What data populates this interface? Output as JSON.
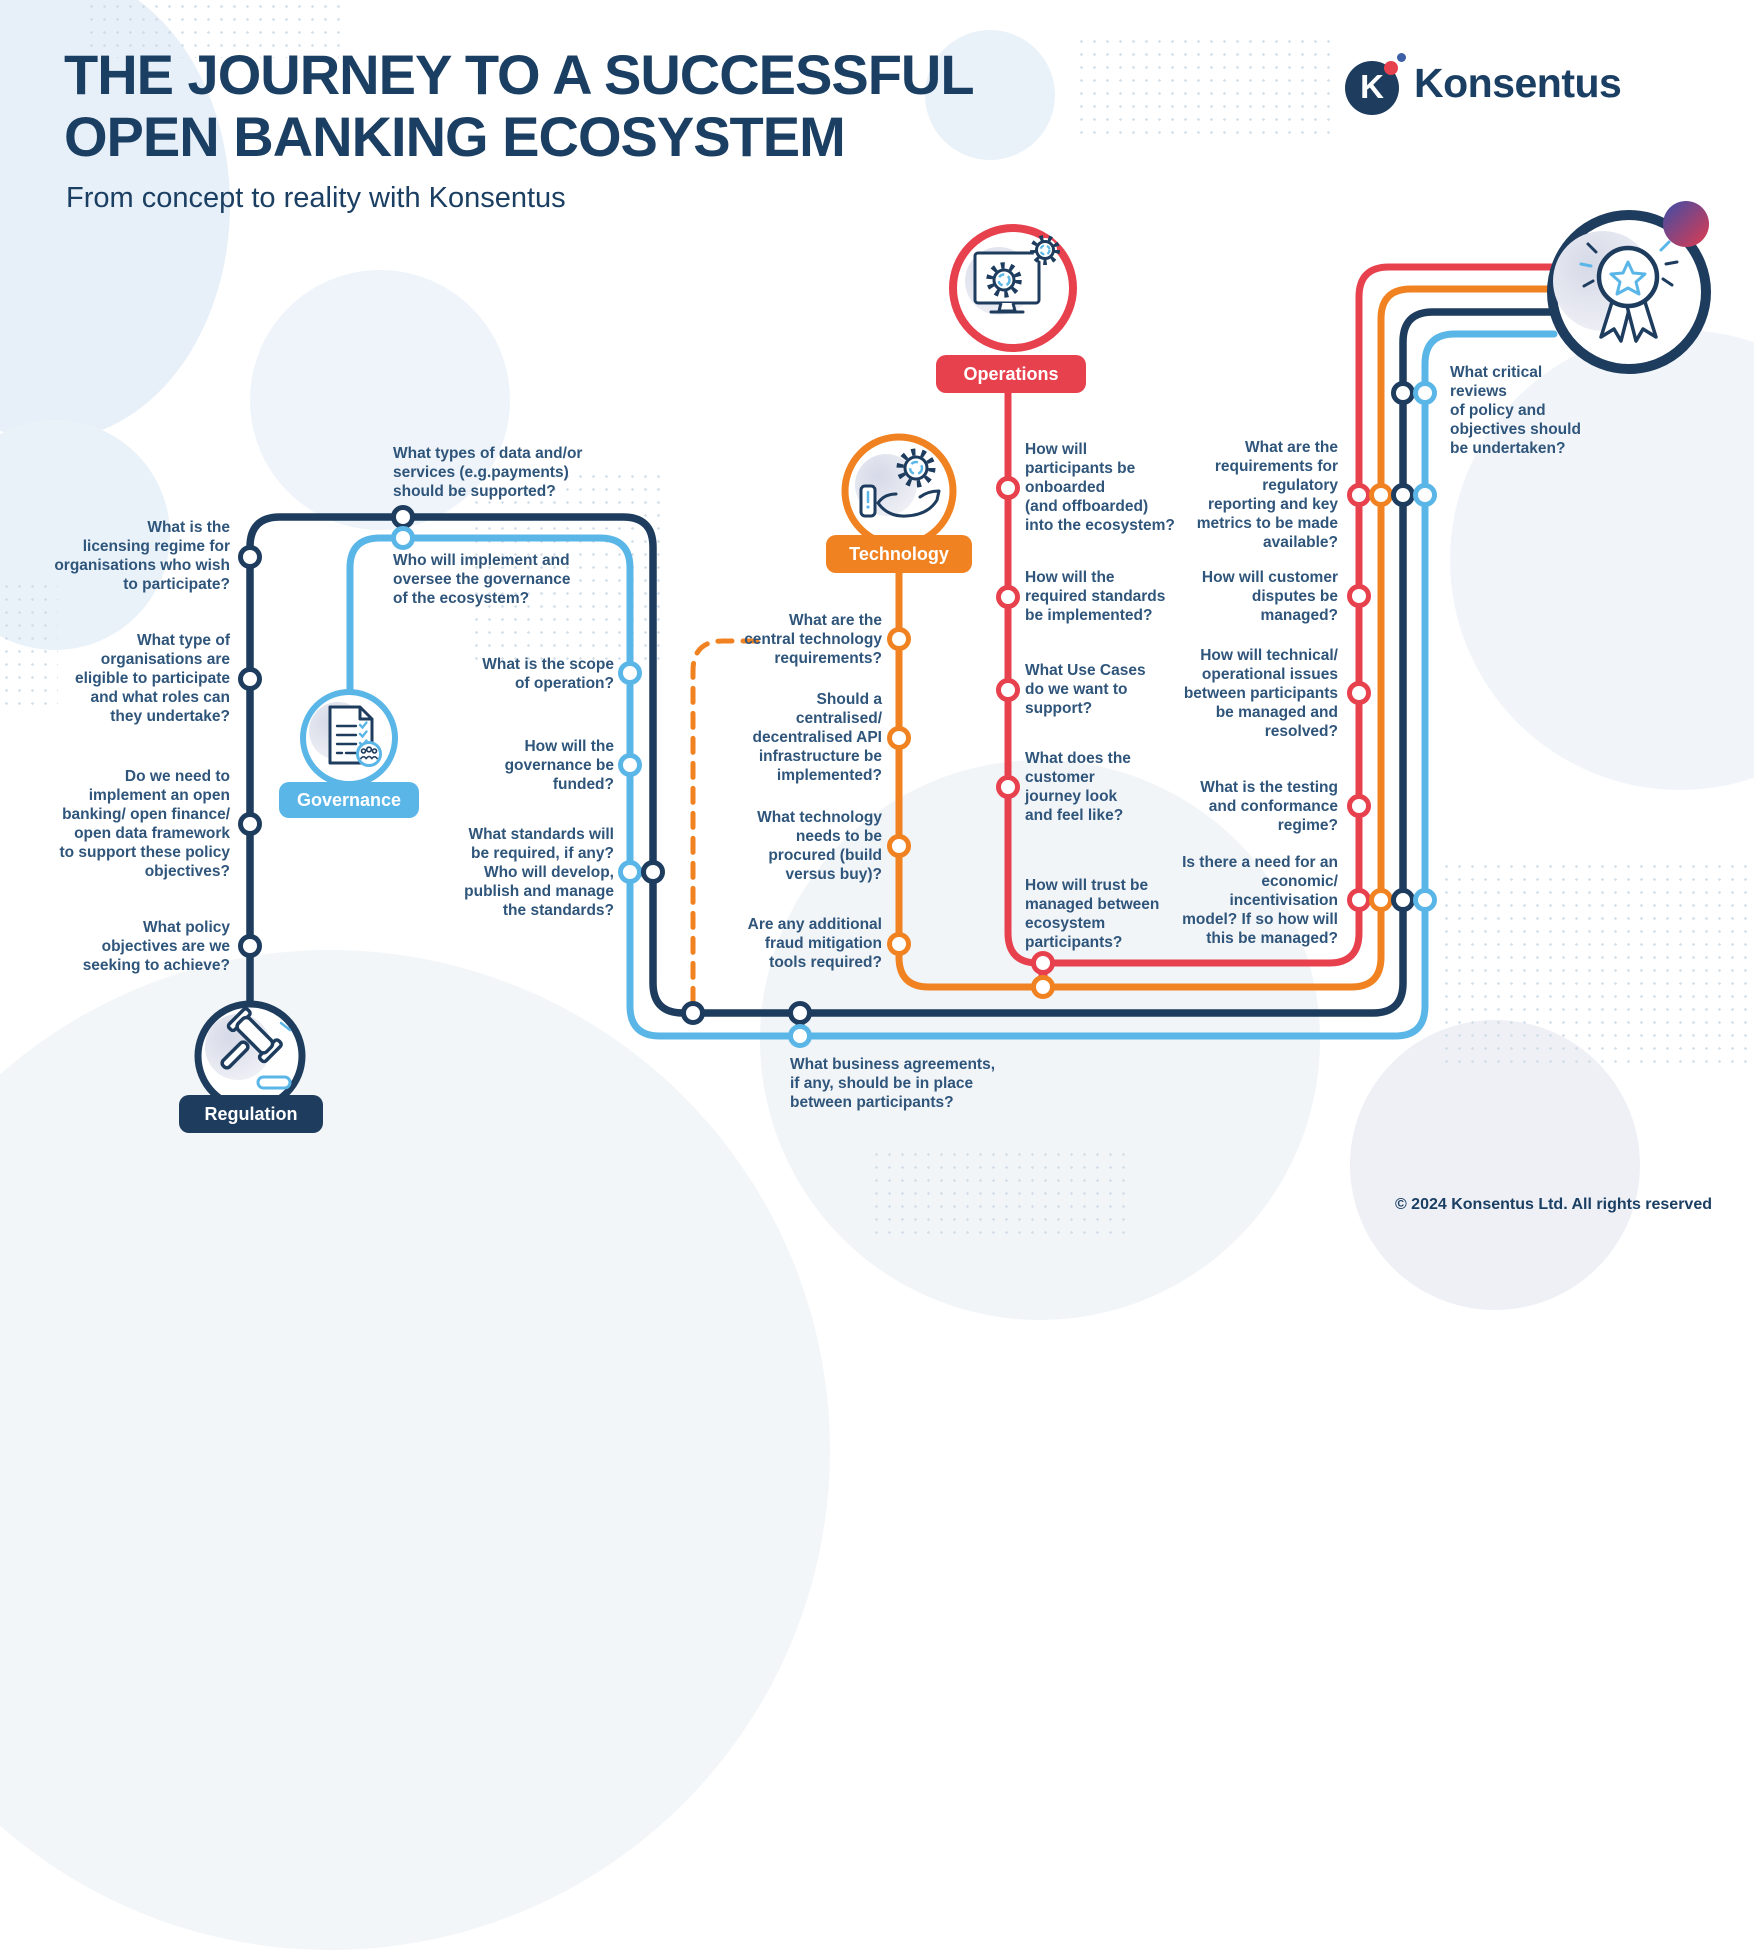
{
  "header": {
    "title_line1": "THE JOURNEY TO A SUCCESSFUL",
    "title_line2": "OPEN BANKING ECOSYSTEM",
    "subtitle": "From concept to reality with Konsentus"
  },
  "logo": {
    "monogram": "K",
    "brand": "Konsentus"
  },
  "footer": {
    "copyright": "© 2024 Konsentus Ltd. All rights reserved"
  },
  "colors": {
    "navy": "#1d3c5e",
    "light_blue": "#5bb6e8",
    "orange": "#f08222",
    "red": "#e8414e",
    "text": "#2f557b"
  },
  "tracks": [
    {
      "id": "regulation",
      "label": "Regulation",
      "color": "#1d3c5e",
      "icon": "gavel-icon",
      "questions": [
        {
          "id": "r4",
          "text": "What policy\nobjectives are we\nseeking to achieve?"
        },
        {
          "id": "r3",
          "text": "Do we need to\nimplement an open\nbanking/ open finance/\nopen data framework\nto support these policy\nobjectives?"
        },
        {
          "id": "r2",
          "text": "What type of\norganisations are\neligible to participate\nand what roles can\nthey undertake?"
        },
        {
          "id": "r1",
          "text": "What is the\nlicensing regime for\norganisations who wish\nto participate?"
        },
        {
          "id": "r5",
          "text": "What types of data and/or\nservices (e.g.payments)\nshould be supported?"
        }
      ]
    },
    {
      "id": "governance",
      "label": "Governance",
      "color": "#5bb6e8",
      "icon": "document-checklist-icon",
      "questions": [
        {
          "id": "g1",
          "text": "Who will implement and\noversee the governance\nof the ecosystem?"
        },
        {
          "id": "g2",
          "text": "What is the scope\nof operation?"
        },
        {
          "id": "g3",
          "text": "How will the\ngovernance be\nfunded?"
        },
        {
          "id": "g4",
          "text": "What standards will\nbe required, if any?\nWho will develop,\npublish and manage\nthe standards?"
        },
        {
          "id": "g5",
          "text": "What business agreements,\nif any, should be in place\nbetween participants?"
        }
      ]
    },
    {
      "id": "technology",
      "label": "Technology",
      "color": "#f08222",
      "icon": "hand-gear-icon",
      "questions": [
        {
          "id": "t1",
          "text": "What are the\ncentral technology\nrequirements?"
        },
        {
          "id": "t2",
          "text": "Should a\ncentralised/\ndecentralised API\ninfrastructure be\nimplemented?"
        },
        {
          "id": "t3",
          "text": "What technology\nneeds to be\nprocured (build\nversus buy)?"
        },
        {
          "id": "t4",
          "text": "Are any additional\nfraud mitigation\ntools required?"
        }
      ]
    },
    {
      "id": "operations",
      "label": "Operations",
      "color": "#e8414e",
      "icon": "monitor-gears-icon",
      "questions": [
        {
          "id": "o1",
          "text": "How will\nparticipants be\nonboarded\n(and offboarded)\ninto the ecosystem?"
        },
        {
          "id": "o2",
          "text": "How will the\nrequired standards\nbe implemented?"
        },
        {
          "id": "o3",
          "text": "What Use Cases\ndo we want to\nsupport?"
        },
        {
          "id": "o4",
          "text": "What does the\ncustomer\njourney look\nand feel like?"
        },
        {
          "id": "o5",
          "text": "How will trust be\nmanaged between\necosystem\nparticipants?"
        }
      ]
    }
  ],
  "shared_questions": [
    {
      "id": "x1",
      "text": "What are the\nrequirements for\nregulatory\nreporting and key\nmetrics to be made\navailable?"
    },
    {
      "id": "x2",
      "text": "How will customer\ndisputes be\nmanaged?"
    },
    {
      "id": "x3",
      "text": "How will technical/\noperational issues\nbetween participants\nbe managed and\nresolved?"
    },
    {
      "id": "x4",
      "text": "What is the testing\nand conformance\nregime?"
    },
    {
      "id": "x5",
      "text": "Is there a need for an\neconomic/\nincentivisation\nmodel? If so how will\nthis be managed?"
    },
    {
      "id": "x6",
      "text": "What critical\nreviews\nof policy and\nobjectives should\nbe undertaken?"
    }
  ]
}
